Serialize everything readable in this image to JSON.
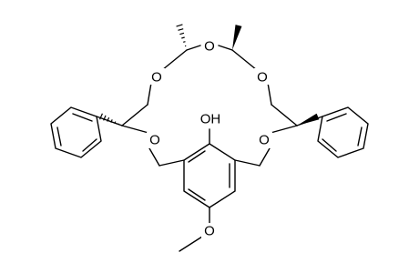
{
  "molecule": {
    "atom_labels": {
      "hydroxyl": "OH",
      "ether_o_top": "O",
      "ether_o_upper_left": "O",
      "ether_o_upper_right": "O",
      "ether_o_lower_left": "O",
      "ether_o_lower_right": "O",
      "methoxy_o": "O"
    },
    "stereo_bonds": {
      "top_left_methyl": "hashed",
      "top_right_methyl": "wedge",
      "left_phenyl": "hashed",
      "right_phenyl": "wedge"
    },
    "colors": {
      "bond": "#000000",
      "background": "#ffffff"
    }
  }
}
